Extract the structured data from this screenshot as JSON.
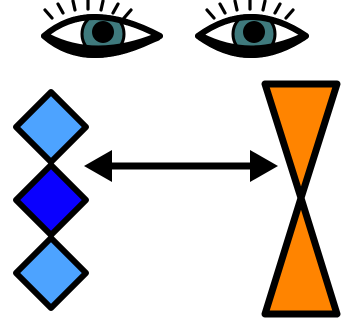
{
  "figure": {
    "eyes": {
      "iris_color": "#3f7a7d",
      "outline_color": "#000000",
      "count": 2
    },
    "left_stack": {
      "diamonds": [
        {
          "color": "#4da3ff"
        },
        {
          "color": "#0a00ff"
        },
        {
          "color": "#4da3ff"
        }
      ]
    },
    "connector": {
      "type": "double-headed-arrow",
      "color": "#000000"
    },
    "right_shape": {
      "type": "hourglass",
      "color": "#ff8400"
    }
  }
}
